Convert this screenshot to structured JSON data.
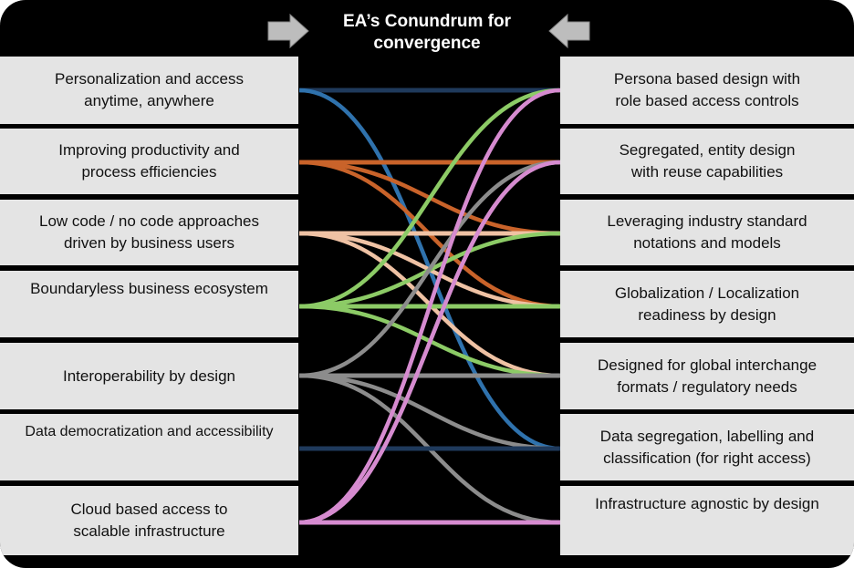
{
  "title": "EA’s Conundrum for\nconvergence",
  "left_items": [
    "Personalization and access\nanytime, anywhere",
    "Improving productivity and\nprocess efficiencies",
    "Low code / no code approaches\ndriven by business users",
    "Boundaryless business ecosystem",
    "Interoperability by design",
    "Data democratization and accessibility",
    "Cloud based access to\nscalable infrastructure"
  ],
  "right_items": [
    "Persona based design with\nrole based access controls",
    "Segregated, entity design\nwith reuse capabilities",
    "Leveraging industry standard\nnotations and models",
    "Globalization / Localization\nreadiness by design",
    "Designed for global interchange\nformats / regulatory needs",
    "Data segregation, labelling and\nclassification (for right access)",
    "Infrastructure agnostic by design"
  ],
  "colors": {
    "navy": "#1f3a5c",
    "blue": "#2f72ad",
    "orange": "#c9632a",
    "peach": "#efc2a4",
    "green": "#8ccb66",
    "teal": "#3aa26a",
    "gray": "#8c8c8c",
    "pink": "#d68bd0"
  },
  "links": [
    {
      "from": 1,
      "to": 1,
      "color": "navy"
    },
    {
      "from": 1,
      "to": 6,
      "color": "blue"
    },
    {
      "from": 2,
      "to": 2,
      "color": "orange"
    },
    {
      "from": 2,
      "to": 3,
      "color": "orange"
    },
    {
      "from": 2,
      "to": 4,
      "color": "orange"
    },
    {
      "from": 3,
      "to": 3,
      "color": "peach"
    },
    {
      "from": 3,
      "to": 4,
      "color": "peach"
    },
    {
      "from": 3,
      "to": 5,
      "color": "peach"
    },
    {
      "from": 4,
      "to": 1,
      "color": "green"
    },
    {
      "from": 4,
      "to": 3,
      "color": "green"
    },
    {
      "from": 4,
      "to": 4,
      "color": "green"
    },
    {
      "from": 4,
      "to": 5,
      "color": "green"
    },
    {
      "from": 5,
      "to": 2,
      "color": "gray"
    },
    {
      "from": 5,
      "to": 5,
      "color": "gray"
    },
    {
      "from": 5,
      "to": 6,
      "color": "gray"
    },
    {
      "from": 5,
      "to": 7,
      "color": "gray"
    },
    {
      "from": 7,
      "to": 2,
      "color": "gray"
    },
    {
      "from": 6,
      "to": 6,
      "color": "navy"
    },
    {
      "from": 7,
      "to": 1,
      "color": "pink"
    },
    {
      "from": 7,
      "to": 2,
      "color": "pink"
    },
    {
      "from": 7,
      "to": 7,
      "color": "pink"
    }
  ]
}
